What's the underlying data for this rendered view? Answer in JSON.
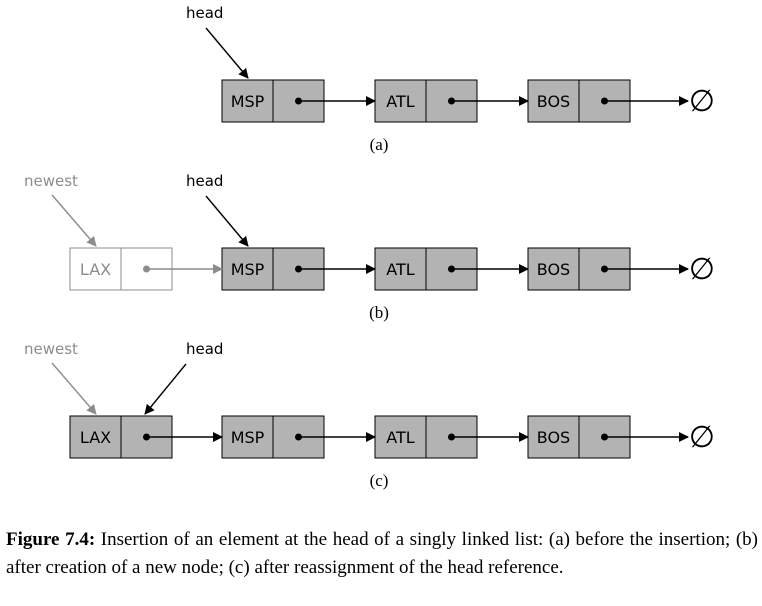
{
  "labels": {
    "head": "head",
    "newest": "newest",
    "null_symbol": "∅"
  },
  "panels": [
    {
      "id": "a",
      "sublabel": "(a)",
      "nodes": [
        "MSP",
        "ATL",
        "BOS"
      ],
      "newest_node": null,
      "newest_linked": false,
      "head_target": "MSP"
    },
    {
      "id": "b",
      "sublabel": "(b)",
      "nodes": [
        "MSP",
        "ATL",
        "BOS"
      ],
      "newest_node": "LAX",
      "newest_linked": false,
      "head_target": "MSP"
    },
    {
      "id": "c",
      "sublabel": "(c)",
      "nodes": [
        "MSP",
        "ATL",
        "BOS"
      ],
      "newest_node": "LAX",
      "newest_linked": true,
      "head_target": "LAX"
    }
  ],
  "caption": {
    "figure_label": "Figure 7.4:",
    "text": "Insertion of an element at the head of a singly linked list: (a) before the insertion; (b) after creation of a new node; (c) after reassignment of the head reference."
  },
  "colors": {
    "node_fill": "#b3b3b3",
    "ghost_stroke": "#8c8c8c",
    "ink": "#000000"
  }
}
